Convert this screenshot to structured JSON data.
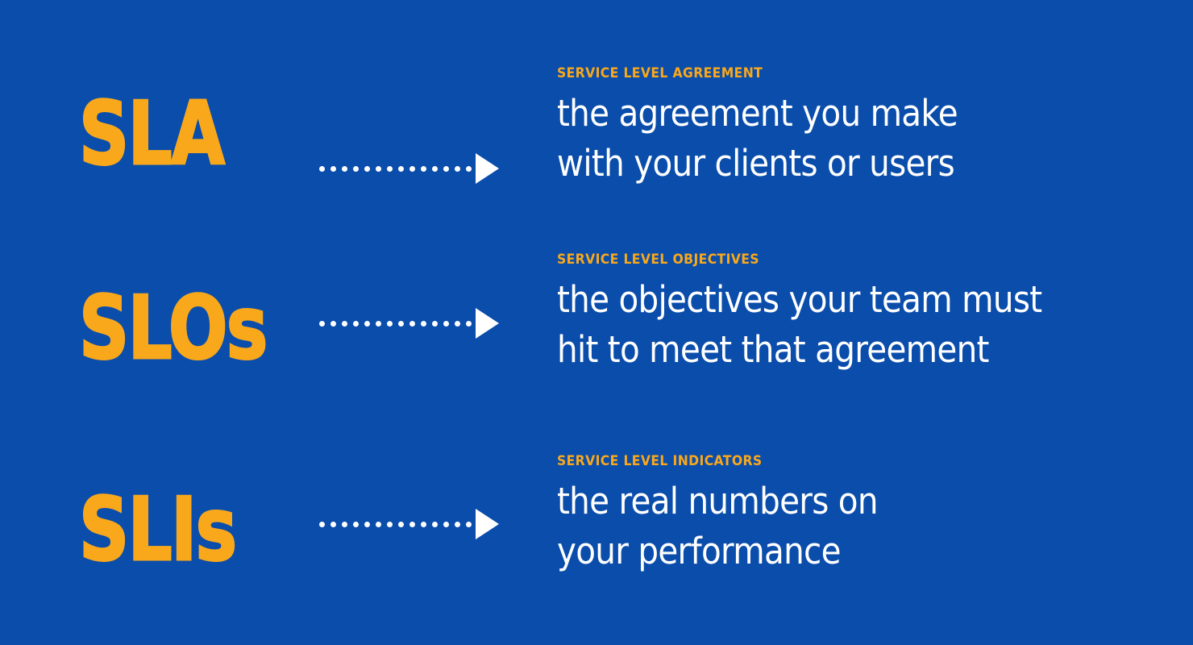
{
  "colors": {
    "background": "#0a4dab",
    "accent": "#f9a81b",
    "text": "#ffffff"
  },
  "rows": [
    {
      "acronym": "SLA",
      "eyebrow": "SERVICE LEVEL AGREEMENT",
      "lines": [
        "the agreement you make",
        "with your clients or users"
      ],
      "connector": {
        "dots": 14,
        "arrowhead": "triangle-right-icon"
      }
    },
    {
      "acronym": "SLOs",
      "eyebrow": "SERVICE LEVEL OBJECTIVES",
      "lines": [
        "the objectives your team must",
        "hit to meet that agreement"
      ],
      "connector": {
        "dots": 14,
        "arrowhead": "triangle-right-icon"
      }
    },
    {
      "acronym": "SLIs",
      "eyebrow": "SERVICE LEVEL INDICATORS",
      "lines": [
        "the real numbers on",
        "your performance"
      ],
      "connector": {
        "dots": 14,
        "arrowhead": "triangle-right-icon"
      }
    }
  ]
}
